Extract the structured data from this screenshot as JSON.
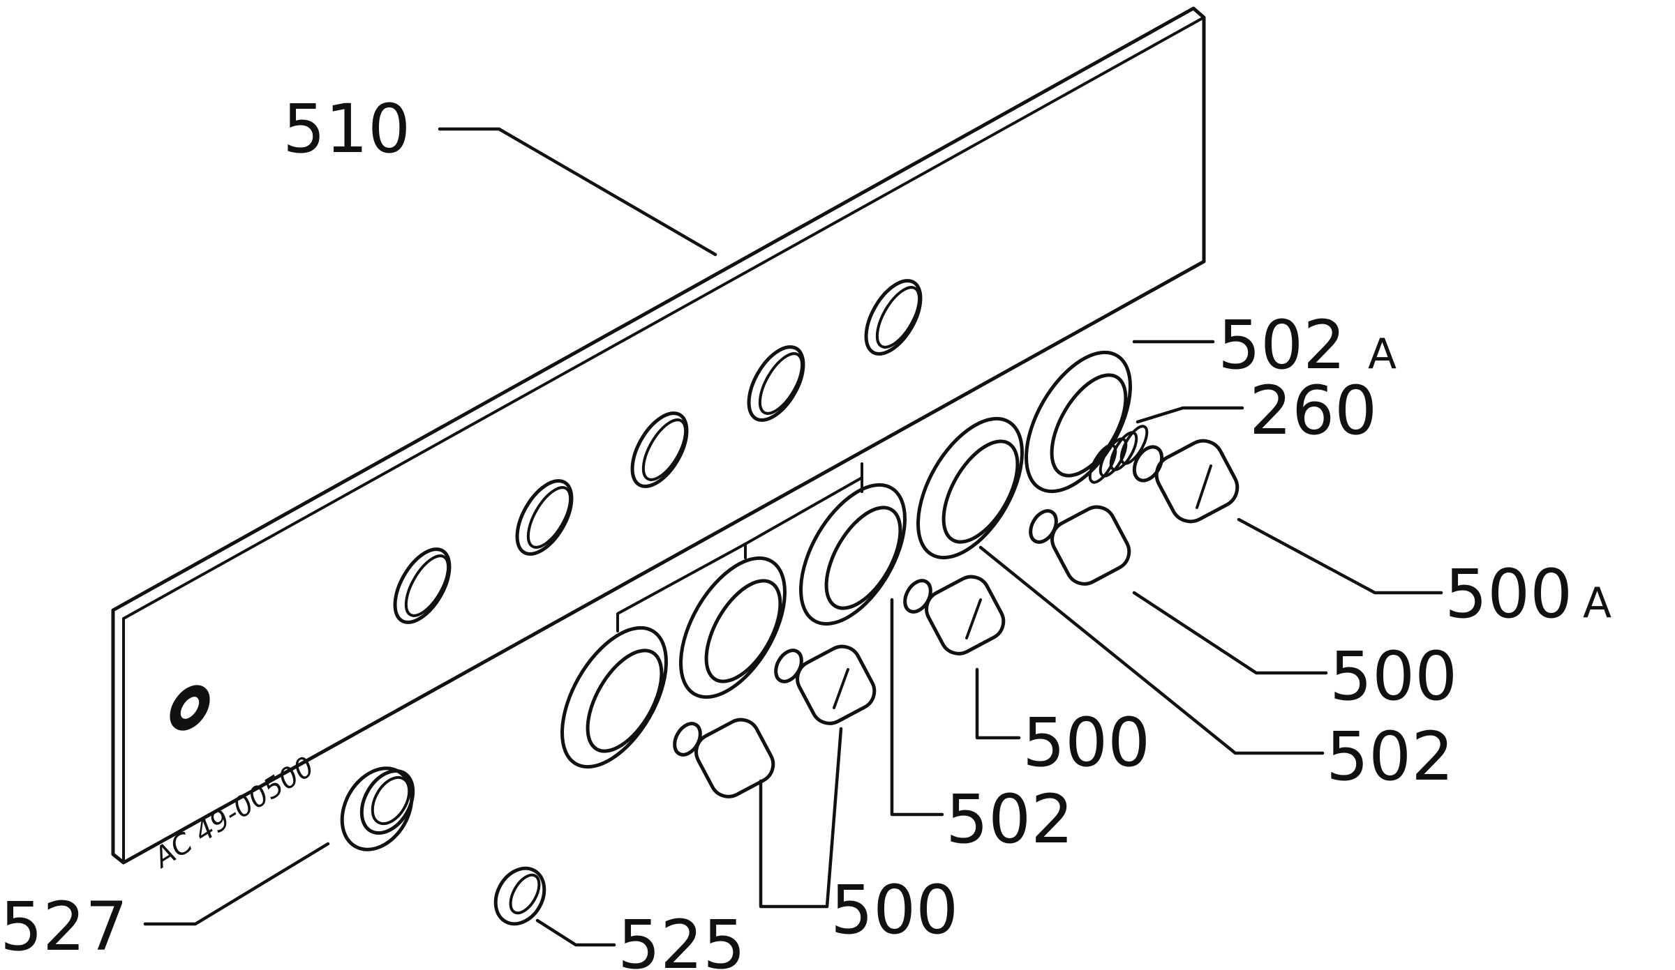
{
  "callouts": {
    "c510": "510",
    "c502A": "502",
    "c502A_suffix": "A",
    "c260": "260",
    "c500A": "500",
    "c500A_suffix": "A",
    "c500_r1": "500",
    "c502_r1": "502",
    "c500_mid": "500",
    "c502_mid": "502",
    "c500_bottom": "500",
    "c527": "527",
    "c525": "525"
  },
  "panel_stamp": "AC 49-00500"
}
